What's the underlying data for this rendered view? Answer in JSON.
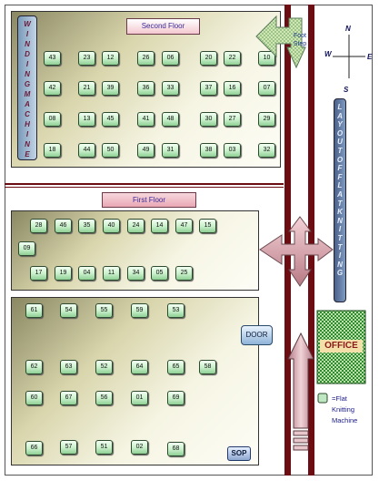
{
  "floors": {
    "second": "Second Floor",
    "first": "First Floor"
  },
  "winding_machine": "WINDINGMACHINE",
  "layout_title": "LAYOUTOFFLATKNITTING",
  "door": "DOOR",
  "office": "OFFICE",
  "sop": "SOP",
  "foot_step": "Foot Step",
  "compass": {
    "n": "N",
    "s": "S",
    "e": "E",
    "w": "W"
  },
  "legend": "=Flat Knitting Machine",
  "colors": {
    "road": "#6b0d12",
    "office": "#2f8a2f",
    "arrow": "#c88d96",
    "corridor": "#c8dfa3",
    "layout_bar": "#6c86a8"
  },
  "machines": {
    "second": [
      [
        "43",
        "23",
        "12",
        "26",
        "06",
        "20",
        "22",
        "10"
      ],
      [
        "42",
        "21",
        "39",
        "36",
        "33",
        "37",
        "16",
        "07"
      ],
      [
        "08",
        "13",
        "45",
        "41",
        "48",
        "30",
        "27",
        "29"
      ],
      [
        "18",
        "44",
        "50",
        "49",
        "31",
        "38",
        "03",
        "32"
      ]
    ],
    "first_top": [
      "28",
      "46",
      "35",
      "40",
      "24",
      "14",
      "47",
      "15"
    ],
    "first_side": [
      "09"
    ],
    "first_bottom": [
      "17",
      "19",
      "04",
      "11",
      "34",
      "05",
      "25"
    ],
    "ground_row1": [
      "61",
      "54",
      "55",
      "59",
      "53"
    ],
    "ground_row2": [
      "62",
      "63",
      "52",
      "64",
      "65",
      "58"
    ],
    "ground_row3": [
      "60",
      "67",
      "56",
      "01",
      "69"
    ],
    "ground_row4": [
      "66",
      "57",
      "51",
      "02",
      "68"
    ]
  }
}
